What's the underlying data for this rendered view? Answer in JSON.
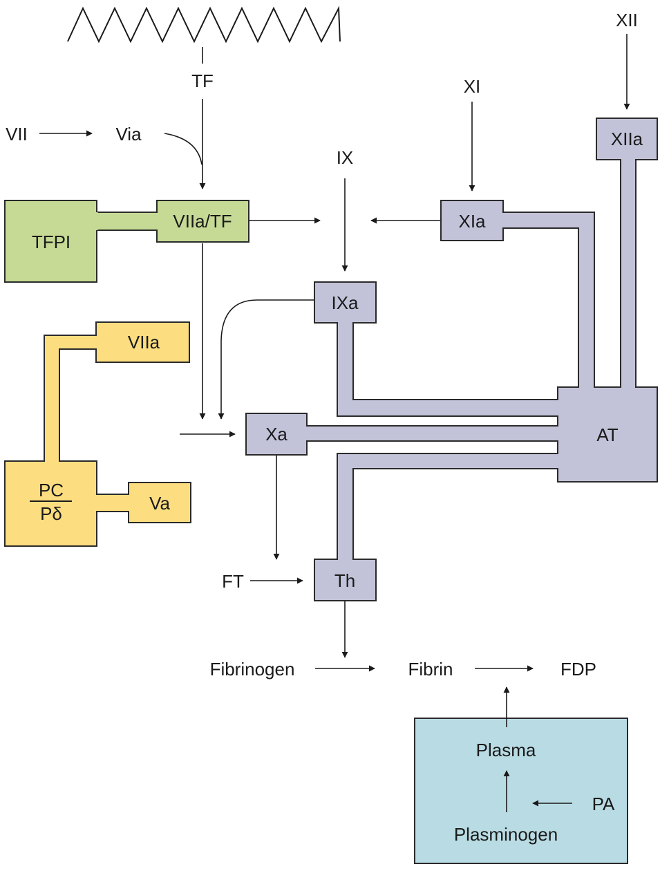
{
  "colors": {
    "green_fill": "#c6da95",
    "yellow_fill": "#fcdd80",
    "purple_fill": "#c2c3d9",
    "blue_fill": "#b9dce4",
    "stroke": "#2a2a2a"
  },
  "labels": {
    "tf": "TF",
    "vii": "VII",
    "via": "Via",
    "ix": "IX",
    "xi": "XI",
    "xii": "XII",
    "ft": "FT",
    "fibrinogen": "Fibrinogen",
    "fibrin": "Fibrin",
    "fdp": "FDP",
    "plasma": "Plasma",
    "pa": "PA",
    "plasminogen": "Plasminogen"
  },
  "boxes": {
    "tfpi": "TFPI",
    "viia_tf": "VIIa/TF",
    "viia": "VIIa",
    "pc": "PC",
    "pdelta": "Pδ",
    "va": "Va",
    "xia": "XIa",
    "xiia": "XIIa",
    "ixa": "IXa",
    "xa": "Xa",
    "at": "AT",
    "th": "Th"
  }
}
